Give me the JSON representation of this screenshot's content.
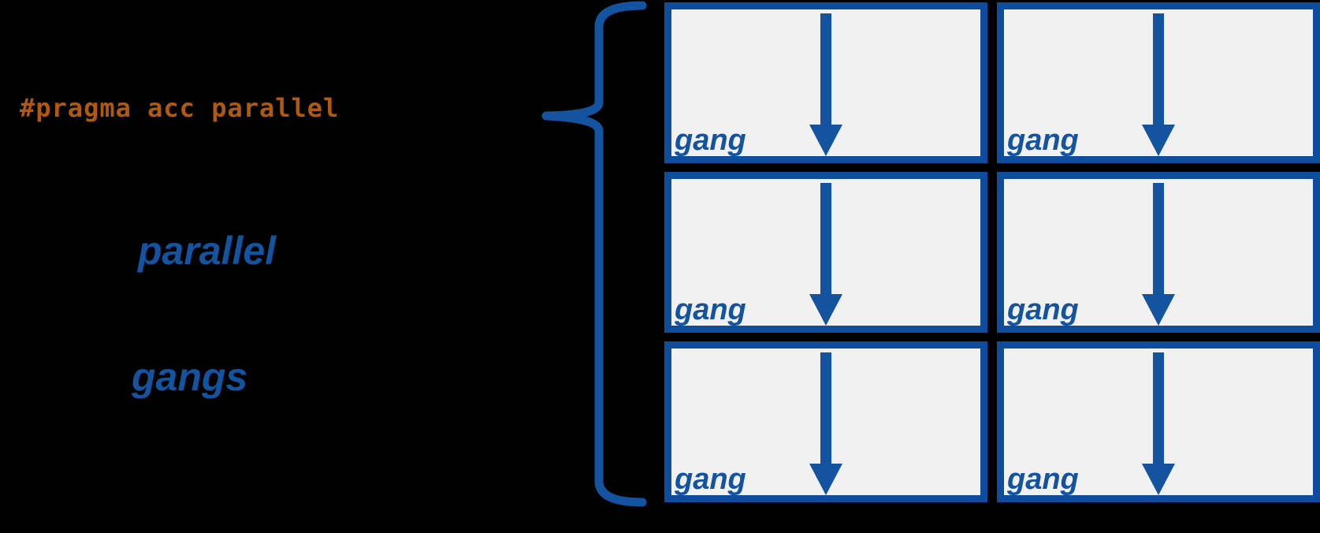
{
  "code": {
    "pragma": "#pragma acc parallel"
  },
  "keywords": {
    "parallel": "parallel",
    "gangs": "gangs"
  },
  "grid": {
    "columns": 2,
    "rows": 3,
    "boxes": [
      {
        "label": "gang"
      },
      {
        "label": "gang"
      },
      {
        "label": "gang"
      },
      {
        "label": "gang"
      },
      {
        "label": "gang"
      },
      {
        "label": "gang"
      }
    ]
  },
  "icons": {
    "down_arrow": "↓",
    "curly_brace": "{"
  },
  "colors": {
    "background": "#000000",
    "blue": "#14539F",
    "border_blue": "#0E4C9E",
    "box_fill": "#F1F1F1",
    "orange": "#B0590F"
  }
}
